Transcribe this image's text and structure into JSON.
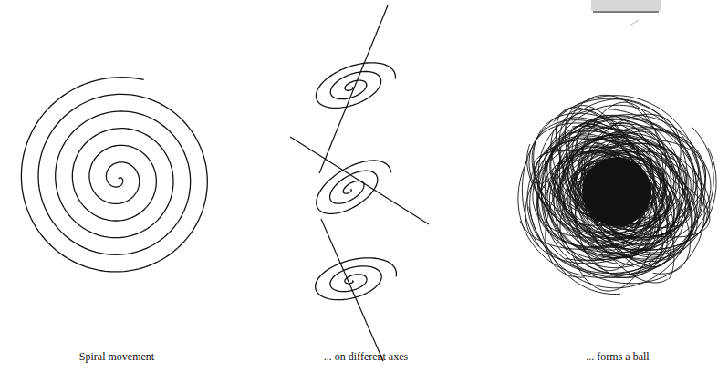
{
  "diagram": {
    "labels": [
      "Spiral movement",
      "... on different axes",
      "... forms a ball"
    ]
  }
}
